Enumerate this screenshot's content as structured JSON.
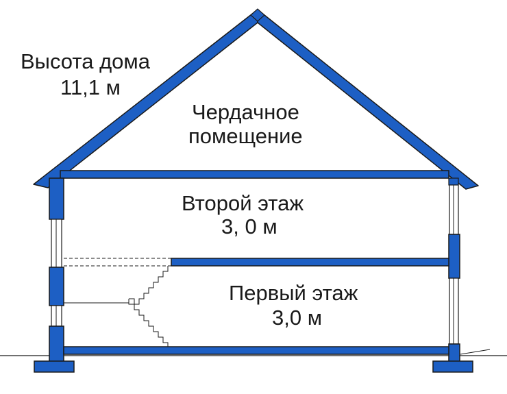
{
  "labels": {
    "house_height_title": "Высота дома",
    "house_height_value": "11,1 м",
    "attic_line1": "Чердачное",
    "attic_line2": "помещение",
    "second_floor_title": "Второй этаж",
    "second_floor_height": "3, 0 м",
    "first_floor_title": "Первый этаж",
    "first_floor_height": "3,0 м"
  },
  "colors": {
    "structure_blue": "#1d5fc4",
    "outline": "#1a1a1a",
    "background": "#ffffff"
  }
}
